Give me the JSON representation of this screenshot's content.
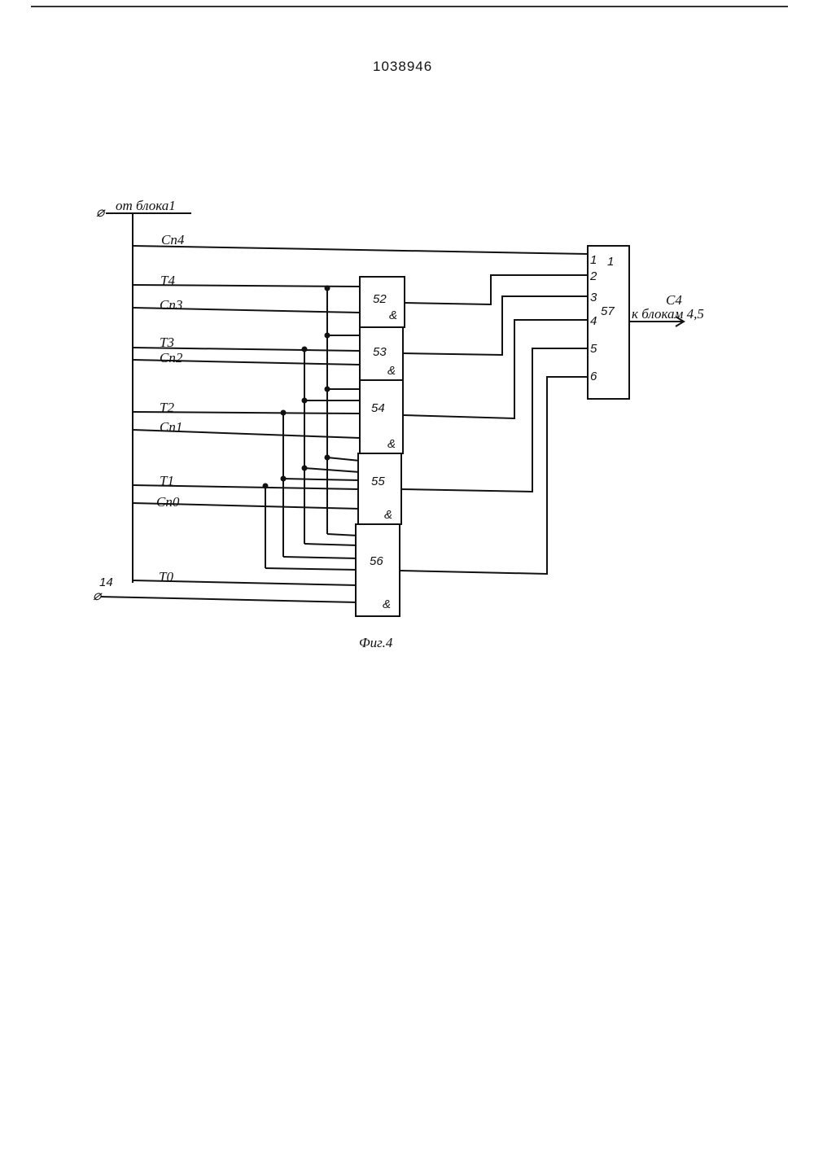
{
  "patent_number": "1038946",
  "figure_caption": "Фиг.4",
  "source_label": "от блока1",
  "input_14_label": "14",
  "signals": [
    "Сп4",
    "Т4",
    "Сп3",
    "Т3",
    "Сп2",
    "Т2",
    "Сп1",
    "Т1",
    "Сп0",
    "Т0"
  ],
  "and_gates": [
    {
      "id": "52",
      "op": "&"
    },
    {
      "id": "53",
      "op": "&"
    },
    {
      "id": "54",
      "op": "&"
    },
    {
      "id": "55",
      "op": "&"
    },
    {
      "id": "56",
      "op": "&"
    }
  ],
  "or_gate": {
    "id": "57",
    "op": "1",
    "inputs": [
      "1",
      "2",
      "3",
      "4",
      "5",
      "6"
    ]
  },
  "output_signal": "С4",
  "output_destination": "к блокам 4,5"
}
